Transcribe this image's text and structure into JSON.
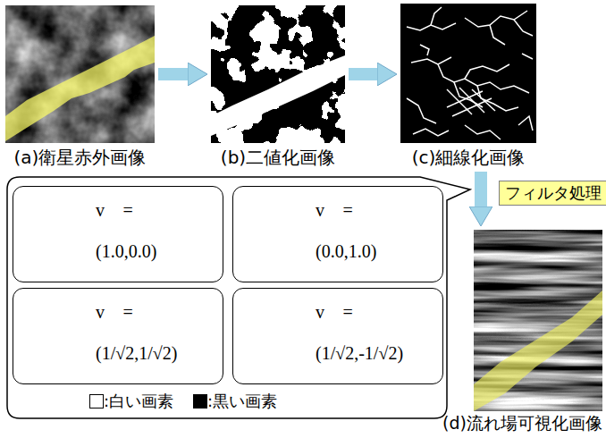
{
  "diagram": {
    "nodes": [
      {
        "text": [
          "(a)衛星赤外画像"
        ]
      },
      {
        "text": [
          "(b)二値化画像"
        ]
      },
      {
        "text": [
          "(c)細線化画像"
        ]
      },
      {
        "text": [
          "フィルタ処理"
        ]
      },
      {
        "text": [
          "v⃗ =",
          "(1.0,0.0)"
        ]
      },
      {
        "text": [
          "v⃗ =",
          "(0.0,1.0)"
        ]
      },
      {
        "text": [
          "v⃗ =",
          "(1/√2,1/√2)"
        ]
      },
      {
        "text": [
          "v⃗ =",
          "(1/√2,-1/√2)"
        ]
      },
      {
        "text": [
          "(d)流れ場可視化画像"
        ]
      }
    ],
    "edges": [
      {
        "from": 0,
        "to": 1,
        "arrow": "to"
      },
      {
        "from": 1,
        "to": 2,
        "arrow": "to"
      },
      {
        "from": 2,
        "to": 8,
        "arrow": "to"
      }
    ],
    "legend": [
      {
        "text": ":白い画素",
        "color": "#ffffff"
      },
      {
        "text": ":黒い画素",
        "color": "#000000"
      }
    ]
  }
}
